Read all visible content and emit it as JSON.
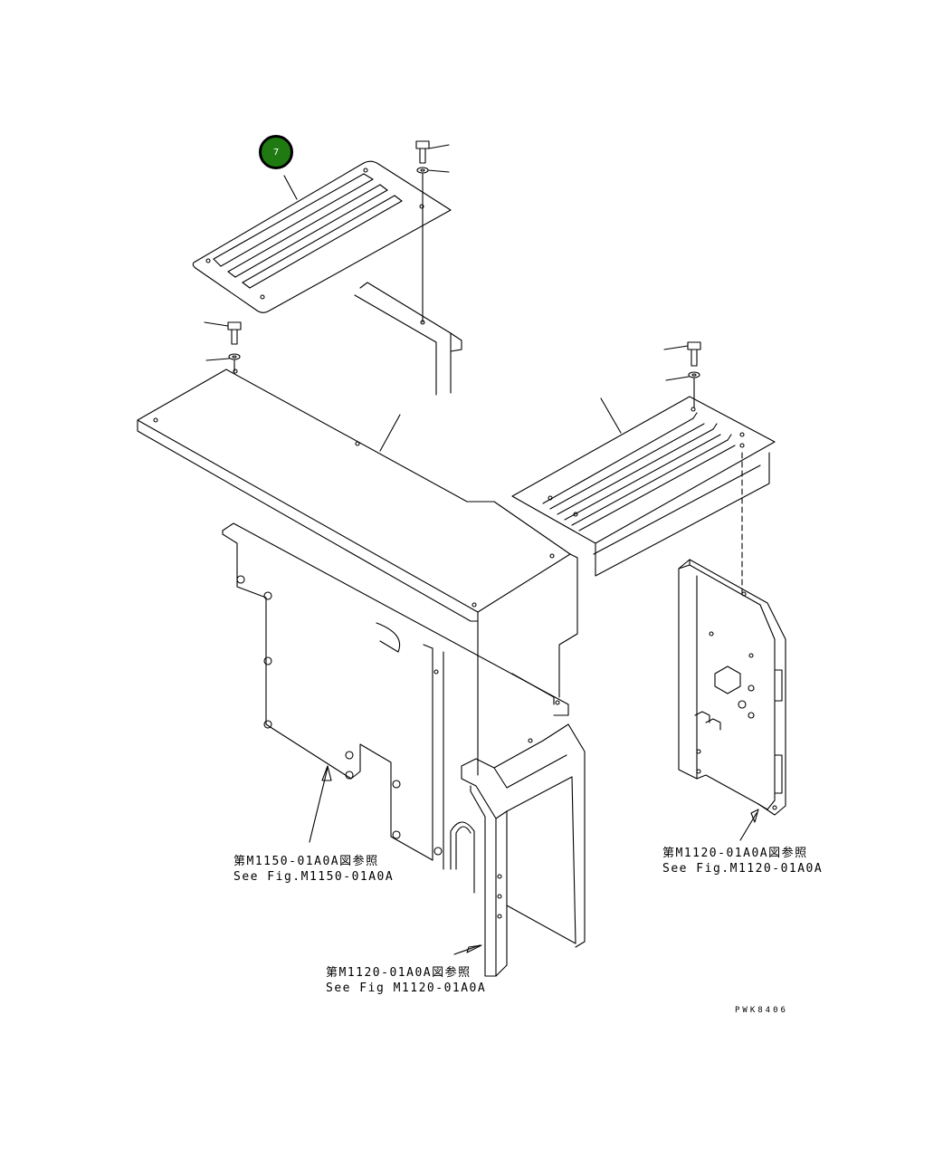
{
  "callouts": [
    {
      "number": "7",
      "color": "#1f7a12"
    }
  ],
  "references": [
    {
      "jp": "第M1150-01A0A図参照",
      "en": "See Fig.M1150-01A0A"
    },
    {
      "jp": "第M1120-01A0A図参照",
      "en": "See Fig.M1120-01A0A"
    },
    {
      "jp": "第M1120-01A0A図参照",
      "en": "See Fig M1120-01A0A"
    }
  ],
  "drawing_code": "PWK8406",
  "colors": {
    "line": "#000000",
    "background": "#ffffff",
    "callout": "#1f7a12"
  }
}
